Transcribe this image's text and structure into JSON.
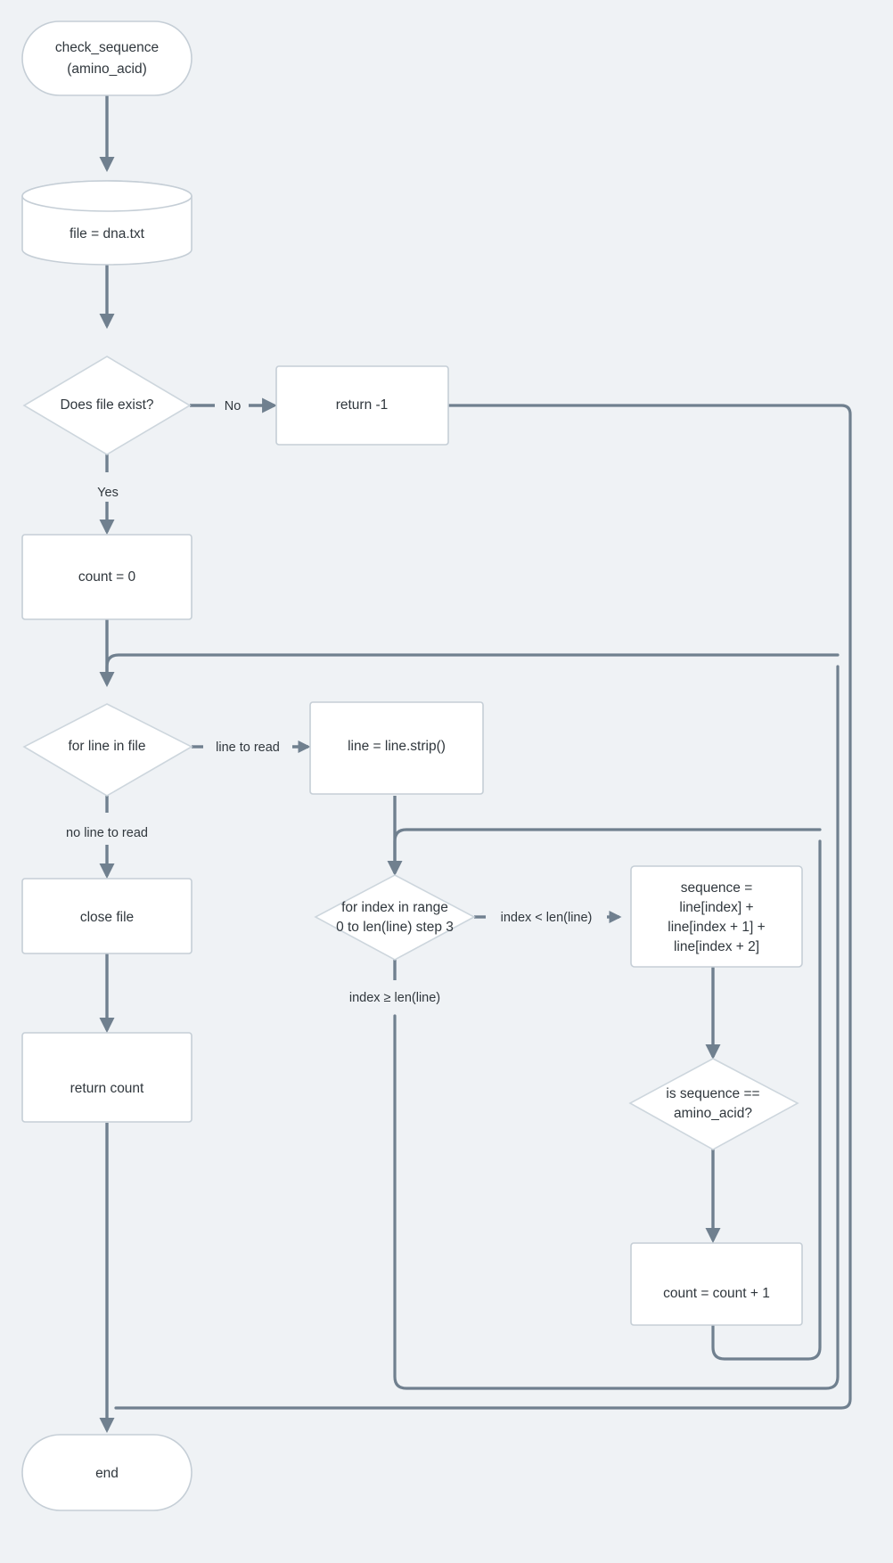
{
  "diagram": {
    "title": "check_sequence flowchart",
    "background_color": "#eff2f5",
    "node_fill": "#ffffff",
    "node_stroke": "#c5ced6",
    "edge_color": "#70808f",
    "text_color": "#30373d"
  },
  "nodes": {
    "start": {
      "label_line1": "check_sequence",
      "label_line2": "(amino_acid)",
      "shape": "terminal"
    },
    "file": {
      "label": "file = dna.txt",
      "shape": "cylinder"
    },
    "file_exists": {
      "label": "Does file exist?",
      "shape": "decision"
    },
    "return_minus_one": {
      "label": "return -1",
      "shape": "process"
    },
    "count_init": {
      "label": "count = 0",
      "shape": "process"
    },
    "for_line": {
      "label": "for line in file",
      "shape": "decision"
    },
    "strip": {
      "label": "line = line.strip()",
      "shape": "process"
    },
    "close_file": {
      "label": "close file",
      "shape": "process"
    },
    "return_count": {
      "label": "return count",
      "shape": "process"
    },
    "for_index": {
      "label_line1": "for index in range",
      "label_line2": "0 to len(line) step 3",
      "shape": "decision"
    },
    "sequence": {
      "label_line1": "sequence =",
      "label_line2": "line[index] +",
      "label_line3": "line[index + 1] +",
      "label_line4": "line[index + 2]",
      "shape": "process"
    },
    "is_match": {
      "label_line1": "is sequence ==",
      "label_line2": "amino_acid?",
      "shape": "decision"
    },
    "count_inc": {
      "label": "count = count + 1",
      "shape": "process"
    },
    "end": {
      "label": "end",
      "shape": "terminal"
    }
  },
  "edge_labels": {
    "no": "No",
    "yes": "Yes",
    "line_to_read": "line to read",
    "no_line_to_read": "no line to read",
    "index_lt": "index < len(line)",
    "index_ge": "index ≥ len(line)"
  }
}
